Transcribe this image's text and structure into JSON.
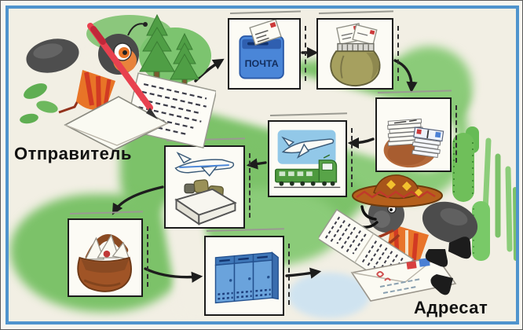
{
  "labels": {
    "sender": "Отправитель",
    "addressee": "Адресат"
  },
  "postbox_sign": "ПОЧТА",
  "flow": {
    "type": "process-flow",
    "nodes": [
      {
        "id": "sender",
        "icon": "sender-ant-writing-icon"
      },
      {
        "id": "postbox",
        "icon": "postbox-icon"
      },
      {
        "id": "mail-sack",
        "icon": "mail-sack-icon"
      },
      {
        "id": "sorted-letters",
        "icon": "sorted-letters-icon"
      },
      {
        "id": "plane-and-train",
        "icon": "plane-and-train-icon"
      },
      {
        "id": "airplane-loading",
        "icon": "airplane-loading-conveyor-icon"
      },
      {
        "id": "postman-bag",
        "icon": "postman-bag-icon"
      },
      {
        "id": "apartment-mailboxes",
        "icon": "apartment-mailboxes-icon"
      },
      {
        "id": "addressee",
        "icon": "addressee-ant-reading-icon"
      }
    ],
    "edges": [
      {
        "from": "sender",
        "to": "postbox"
      },
      {
        "from": "postbox",
        "to": "mail-sack"
      },
      {
        "from": "mail-sack",
        "to": "sorted-letters"
      },
      {
        "from": "sorted-letters",
        "to": "plane-and-train"
      },
      {
        "from": "plane-and-train",
        "to": "airplane-loading"
      },
      {
        "from": "airplane-loading",
        "to": "postman-bag"
      },
      {
        "from": "postman-bag",
        "to": "apartment-mailboxes"
      },
      {
        "from": "apartment-mailboxes",
        "to": "addressee"
      }
    ]
  },
  "colors": {
    "frame_blue": "#4f94cd",
    "grass_green": "#7cc269",
    "postbox_blue": "#4a86d8",
    "lockers_blue": "#6aa3dc",
    "arrow_black": "#1d1d1d",
    "background_cream": "#f2efe4"
  }
}
